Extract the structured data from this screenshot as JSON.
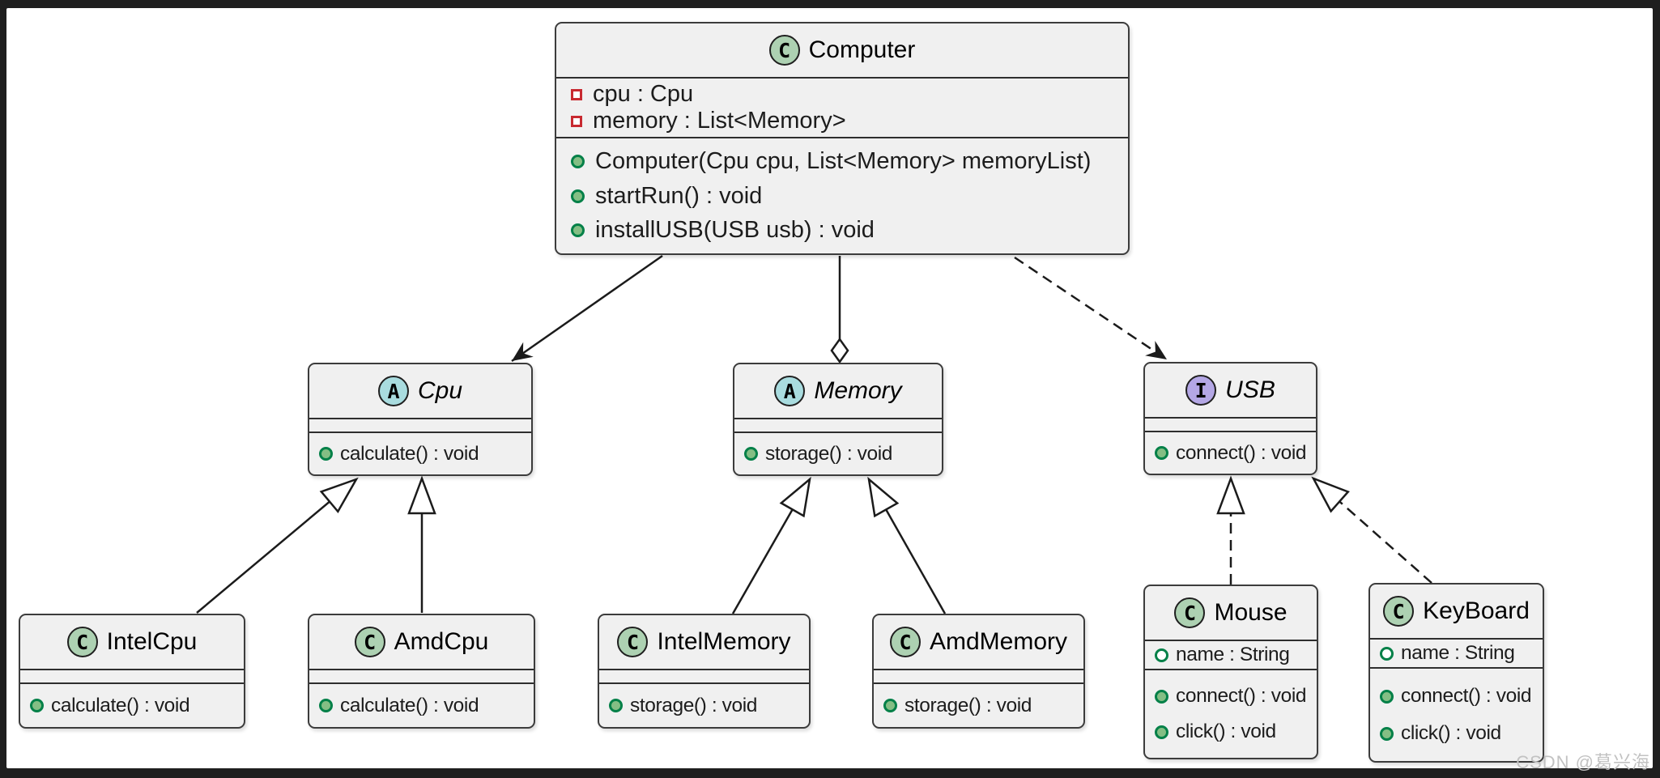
{
  "diagram_type": "uml-class-diagram",
  "colors": {
    "frame": "#1F1F1F",
    "paper": "#FFFFFF",
    "box_fill": "#F0F0F0",
    "box_border": "#3C3C3C",
    "class_badge": "#ADD1B2",
    "abstract_badge": "#A9DCDF",
    "interface_badge": "#B4A7E5",
    "private_member": "#C82930",
    "public_member": "#038048"
  },
  "classes": [
    {
      "badge": "C",
      "name": "Computer",
      "fields": [
        "cpu : Cpu",
        "memory : List<Memory>"
      ],
      "methods": [
        "Computer(Cpu cpu, List<Memory> memoryList)",
        "startRun() : void",
        "installUSB(USB usb) : void"
      ]
    },
    {
      "badge": "A",
      "name": "Cpu",
      "fields": [],
      "methods": [
        "calculate() : void"
      ]
    },
    {
      "badge": "A",
      "name": "Memory",
      "fields": [],
      "methods": [
        "storage() : void"
      ]
    },
    {
      "badge": "I",
      "name": "USB",
      "fields": [],
      "methods": [
        "connect() : void"
      ]
    },
    {
      "badge": "C",
      "name": "IntelCpu",
      "fields": [],
      "methods": [
        "calculate() : void"
      ]
    },
    {
      "badge": "C",
      "name": "AmdCpu",
      "fields": [],
      "methods": [
        "calculate() : void"
      ]
    },
    {
      "badge": "C",
      "name": "IntelMemory",
      "fields": [],
      "methods": [
        "storage() : void"
      ]
    },
    {
      "badge": "C",
      "name": "AmdMemory",
      "fields": [],
      "methods": [
        "storage() : void"
      ]
    },
    {
      "badge": "C",
      "name": "Mouse",
      "fields": [
        "name : String"
      ],
      "methods": [
        "connect() : void",
        "click() : void"
      ]
    },
    {
      "badge": "C",
      "name": "KeyBoard",
      "fields": [
        "name : String"
      ],
      "methods": [
        "connect() : void",
        "click() : void"
      ]
    }
  ],
  "relations": [
    {
      "from": "Computer",
      "to": "Cpu",
      "type": "directed-association"
    },
    {
      "from": "Computer",
      "to": "Memory",
      "type": "aggregation"
    },
    {
      "from": "Computer",
      "to": "USB",
      "type": "dependency"
    },
    {
      "from": "IntelCpu",
      "to": "Cpu",
      "type": "generalization"
    },
    {
      "from": "AmdCpu",
      "to": "Cpu",
      "type": "generalization"
    },
    {
      "from": "IntelMemory",
      "to": "Memory",
      "type": "generalization"
    },
    {
      "from": "AmdMemory",
      "to": "Memory",
      "type": "generalization"
    },
    {
      "from": "Mouse",
      "to": "USB",
      "type": "realization"
    },
    {
      "from": "KeyBoard",
      "to": "USB",
      "type": "realization"
    }
  ],
  "watermark": "CSDN @葛兴海"
}
